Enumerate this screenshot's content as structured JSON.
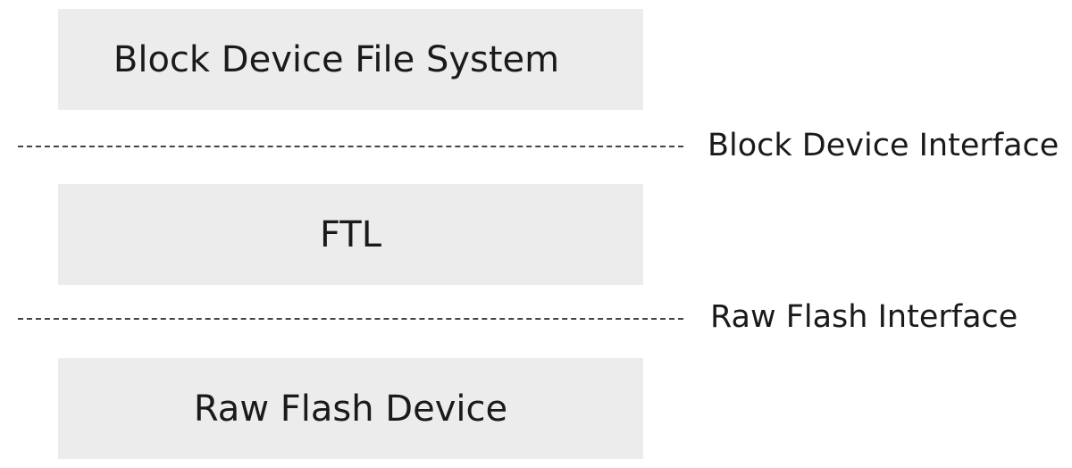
{
  "layers": [
    {
      "id": "fs",
      "label": "Block Device File System"
    },
    {
      "id": "ftl",
      "label": "FTL"
    },
    {
      "id": "raw",
      "label": "Raw Flash Device"
    }
  ],
  "interfaces": [
    {
      "id": "block",
      "label": "Block Device Interface"
    },
    {
      "id": "raw",
      "label": "Raw Flash Interface"
    }
  ],
  "colors": {
    "box_fill": "#ececec",
    "text": "#1a1a1a",
    "divider": "#444444"
  }
}
